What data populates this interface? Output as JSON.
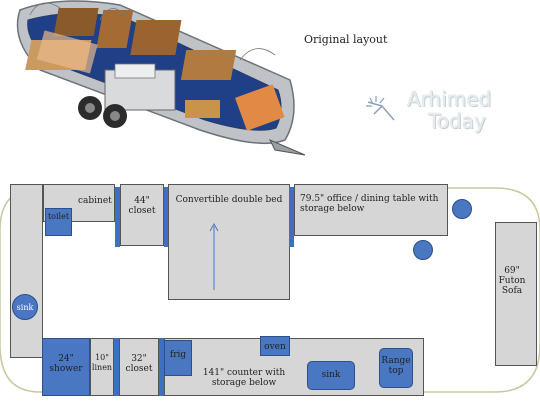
{
  "header": {
    "caption": "Original layout",
    "brand_line1": "Arhimed",
    "brand_line2": "Today"
  },
  "floorplan": {
    "cabinet": "cabinet",
    "toilet": "toilet",
    "closet_44": "44\" closet",
    "bed": "Convertible double bed",
    "office": "79.5\" office / dining table with storage below",
    "futon": "69\" Futon Sofa",
    "sink_left": "sink",
    "shower": "24\" shower",
    "linen": "10\" linen",
    "closet_32": "32\" closet",
    "frig": "frig",
    "oven": "oven",
    "counter": "141\" counter with storage below",
    "sink": "sink",
    "range": "Range top"
  },
  "colors": {
    "fixture_blue": "#4a77c2",
    "room_gray": "#d6d6d6",
    "outline": "#c8c8a0"
  }
}
